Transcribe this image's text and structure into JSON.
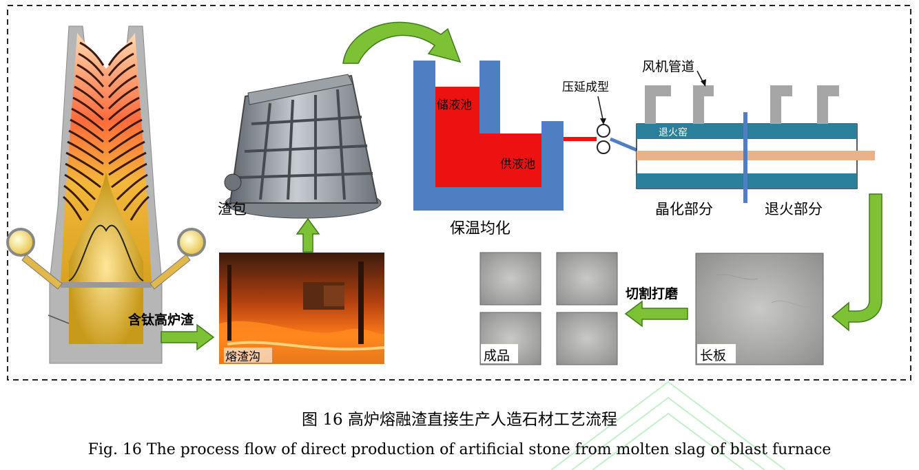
{
  "labels": {
    "ti_slag": "含钛高炉渣",
    "slag_ladle": "渣包",
    "slag_channel": "熔渣沟",
    "storage_pool": "储液池",
    "supply_pool": "供液池",
    "insulation": "保温均化",
    "rolling": "压延成型",
    "fan_duct": "风机管道",
    "annealing_kiln": "退火窑",
    "crystallization": "晶化部分",
    "annealing": "退火部分",
    "cut_polish": "切割打磨",
    "long_plate": "长板",
    "product": "成品"
  },
  "caption": {
    "cn": "图 16  高炉熔融渣直接生产人造石材工艺流程",
    "en": "Fig. 16 The process flow of direct production of artificial stone from molten slag of blast furnace"
  },
  "colors": {
    "arrow_green": "#7cc234",
    "arrow_outline": "#3e7a1a",
    "pool_blue": "#4f7fc2",
    "melt_red": "#ee1111",
    "kiln_teal": "#2a7f9a",
    "glass_peach": "#e9b28a",
    "duct_gray": "#a6a6a6",
    "frame_dash": "#222222"
  },
  "icons": [
    "blast-furnace",
    "slag-ladle",
    "slag-channel-photo",
    "stone-plate-photo",
    "flow-arrow",
    "tuyere-lamp"
  ]
}
